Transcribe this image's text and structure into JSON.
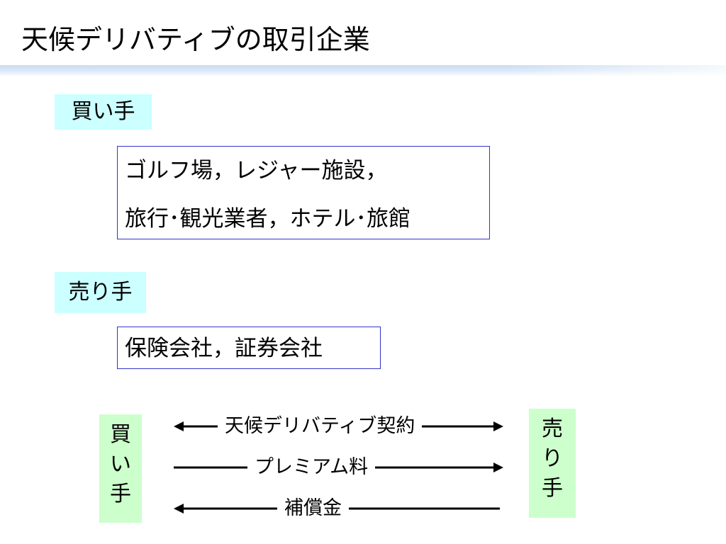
{
  "title": "天候デリバティブの取引企業",
  "buyer": {
    "label": "買い手",
    "box_line1": "ゴルフ場，レジャー施設，",
    "box_line2": "旅行･観光業者，ホテル･旅館"
  },
  "seller": {
    "label": "売り手",
    "box_line1": "保険会社，証券会社"
  },
  "diagram": {
    "left_label": [
      "買",
      "い",
      "手"
    ],
    "right_label": [
      "売",
      "り",
      "手"
    ],
    "flows": [
      {
        "text": "天候デリバティブ契約",
        "direction": "both"
      },
      {
        "text": "プレミアム料",
        "direction": "right"
      },
      {
        "text": "補償金",
        "direction": "left"
      }
    ]
  }
}
